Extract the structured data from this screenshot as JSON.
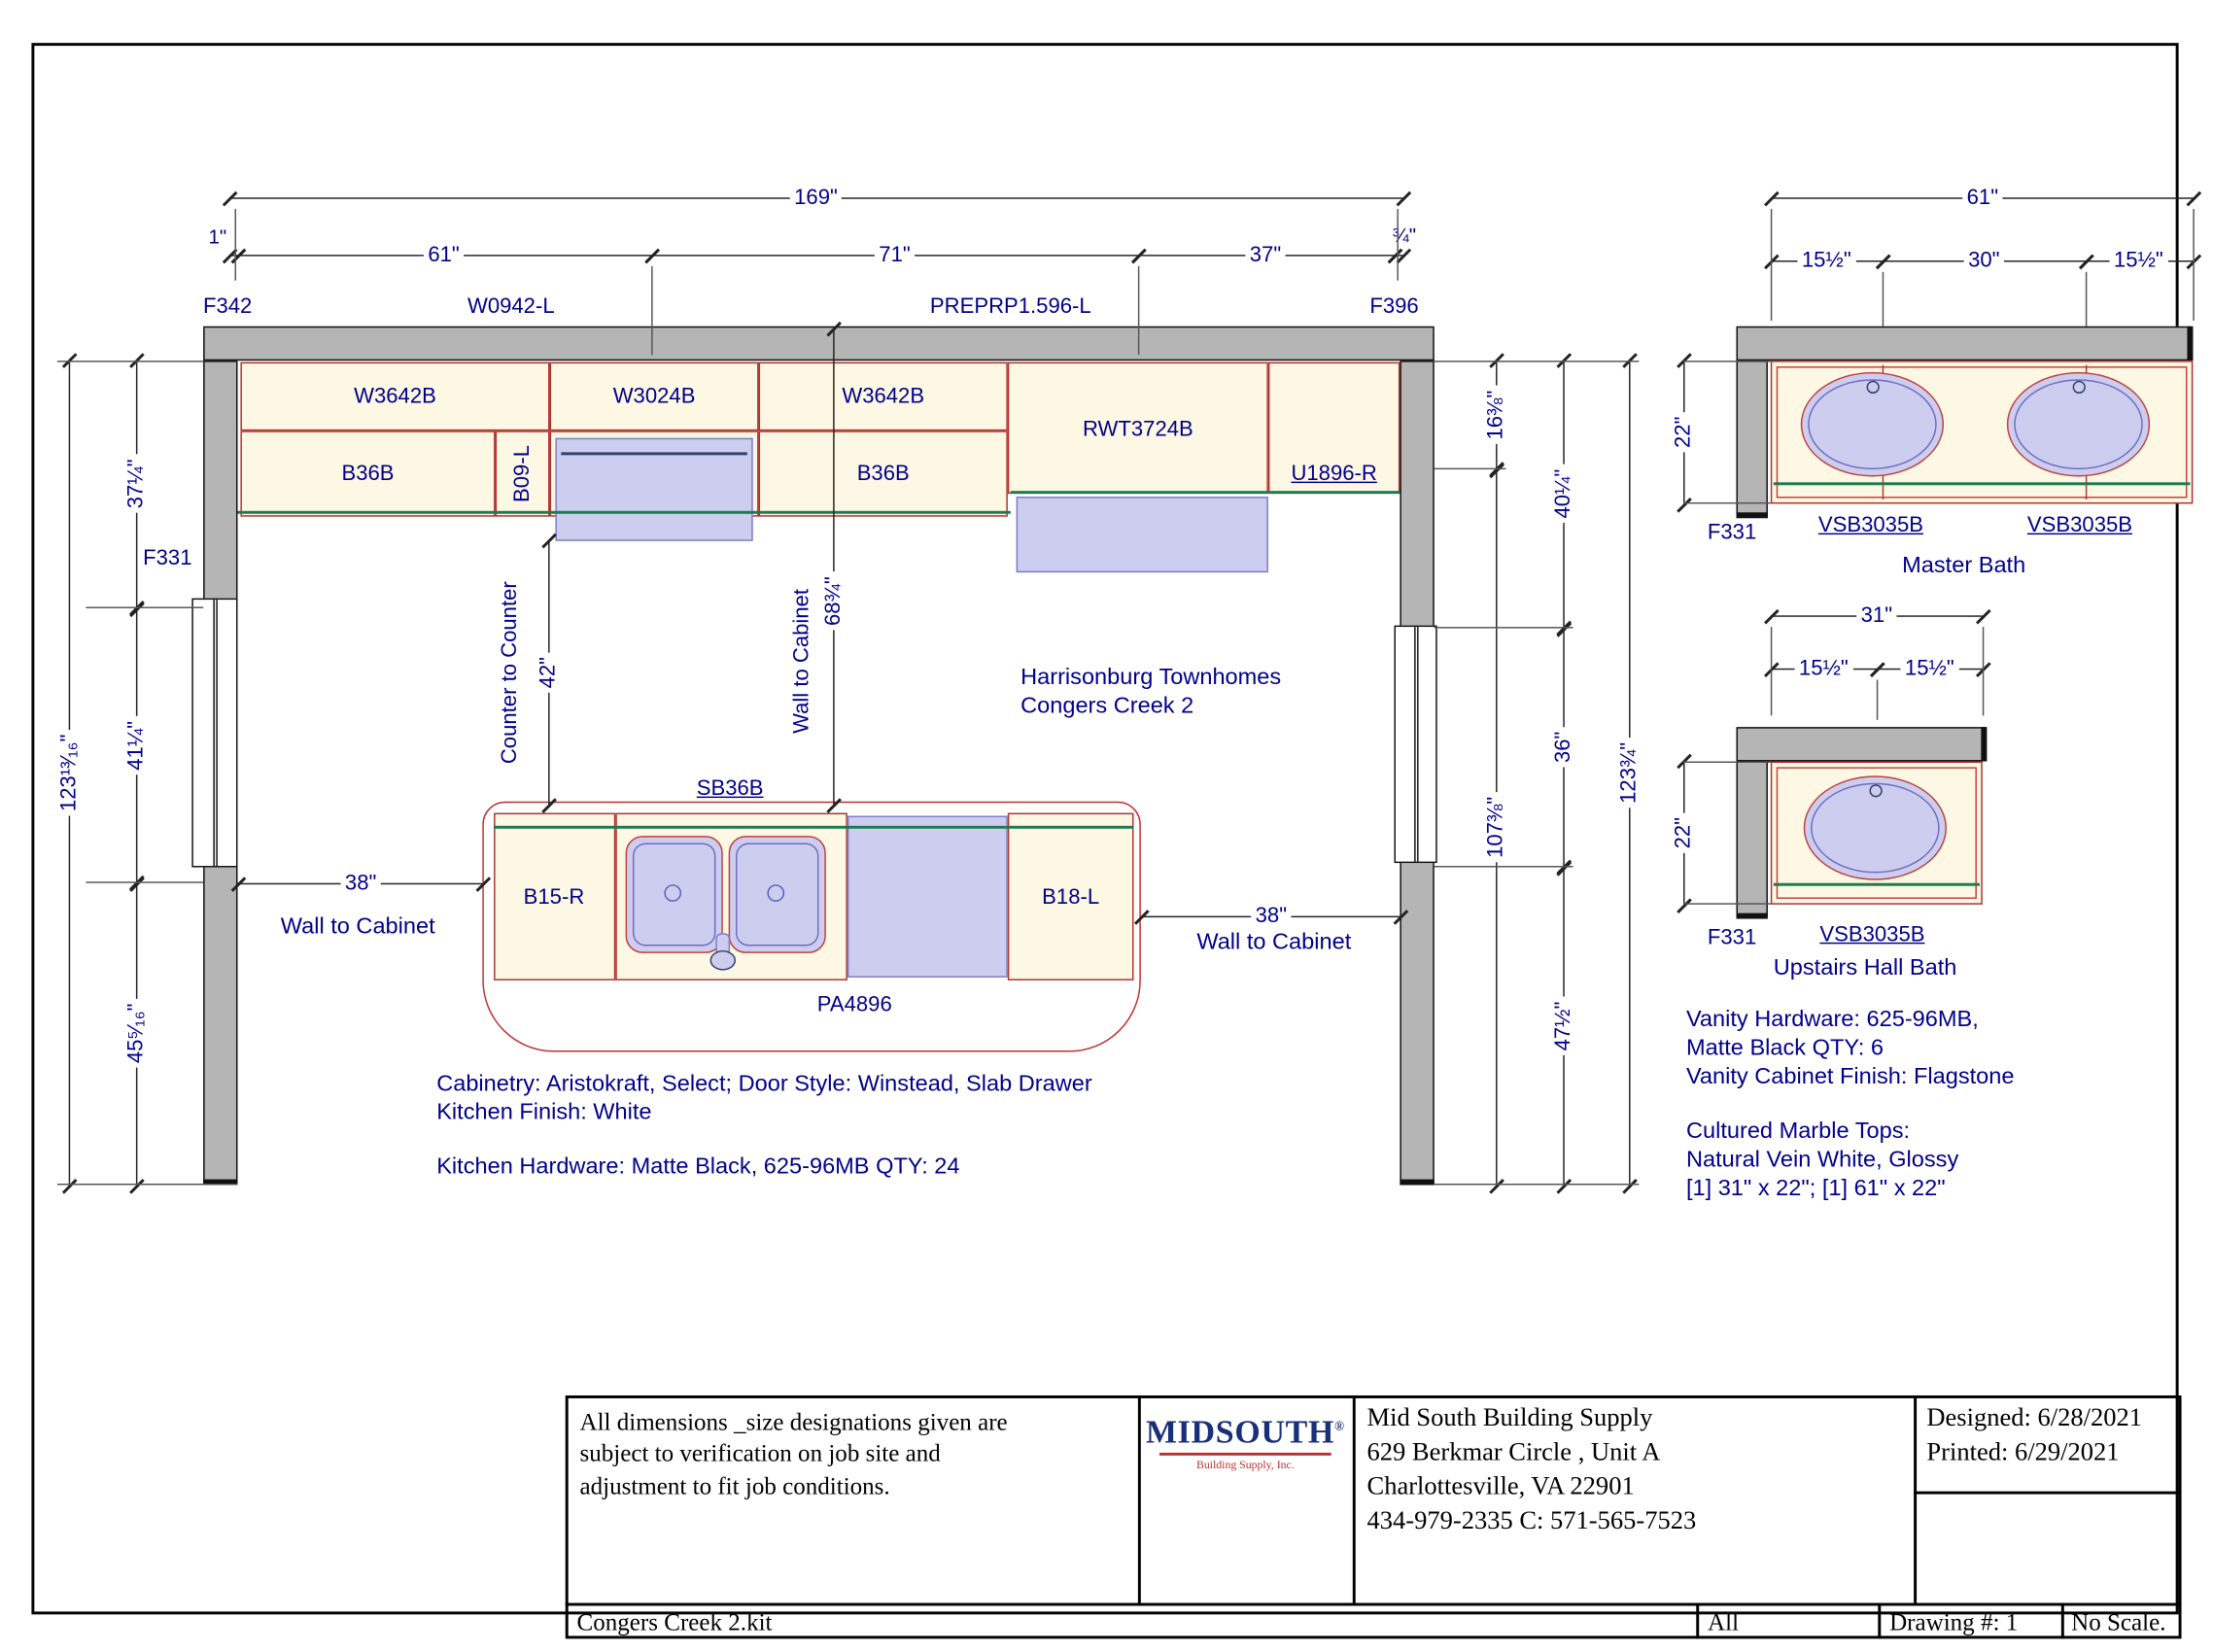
{
  "colors": {
    "text_navy": "#00008B",
    "wall_gray": "#b5b5b5",
    "cabinet_cream": "#fdf8e3",
    "appliance_lavender": "#cdcdf0",
    "counter_green": "#1d7a4f",
    "line_red": "#c03030"
  },
  "project": {
    "name_line1": "Harrisonburg Townhomes",
    "name_line2": "Congers Creek 2"
  },
  "kitchen": {
    "dims": {
      "total_width": "169\"",
      "seg_left_offset": "1\"",
      "seg_a": "61\"",
      "seg_b": "71\"",
      "seg_c": "37\"",
      "seg_right_offset": "¾\"",
      "left_a": "37¼\"",
      "left_b": "41¼\"",
      "left_c": "45⁵⁄₁₆\"",
      "left_total": "123¹³⁄₁₆\"",
      "right_a": "16⅜\"",
      "right_b": "107⅜\"",
      "right_c": "40¼\"",
      "right_d": "36\"",
      "right_e": "47½\"",
      "right_total": "123¾\"",
      "counter_to_counter_value": "42\"",
      "counter_to_counter_label": "Counter to Counter",
      "wall_to_cabinet_value": "68¾\"",
      "wall_to_cabinet_label": "Wall to Cabinet",
      "left_aisle": "38\"",
      "left_aisle_label": "Wall to Cabinet",
      "right_aisle": "38\"",
      "right_aisle_label": "Wall to Cabinet"
    },
    "labels": {
      "f342": "F342",
      "w0942": "W0942-L",
      "prep": "PREPRP1.596-L",
      "f396": "F396",
      "f331": "F331",
      "w3642_left": "W3642B",
      "w3024": "W3024B",
      "w3642_right": "W3642B",
      "rwt3724": "RWT3724B",
      "b36_left": "B36B",
      "b09": "B09-L",
      "b36_right": "B36B",
      "u1896": "U1896-R",
      "sb36": "SB36B",
      "b15": "B15-R",
      "b18": "B18-L",
      "pa4896": "PA4896"
    }
  },
  "master_bath": {
    "title": "Master Bath",
    "dims": {
      "total": "61\"",
      "left": "15½\"",
      "center": "30\"",
      "right": "15½\"",
      "depth": "22\""
    },
    "labels": {
      "f331": "F331",
      "vanity_left": "VSB3035B",
      "vanity_right": "VSB3035B"
    }
  },
  "hall_bath": {
    "title": "Upstairs Hall Bath",
    "dims": {
      "total": "31\"",
      "left": "15½\"",
      "right": "15½\"",
      "depth": "22\""
    },
    "labels": {
      "f331": "F331",
      "vanity": "VSB3035B"
    }
  },
  "notes": {
    "kitchen_line1": "Cabinetry: Aristokraft, Select;  Door Style: Winstead, Slab Drawer",
    "kitchen_line2": "Kitchen Finish: White",
    "kitchen_line3": "Kitchen Hardware: Matte Black, 625-96MB QTY: 24",
    "vanity_line1": "Vanity Hardware: 625-96MB,",
    "vanity_line2": "Matte Black QTY: 6",
    "vanity_line3": "Vanity Cabinet Finish: Flagstone",
    "marble_line1": "Cultured Marble Tops:",
    "marble_line2": "Natural Vein White, Glossy",
    "marble_line3": "[1] 31\" x 22\"; [1] 61\" x 22\""
  },
  "title_block": {
    "disclaimer": "All dimensions _size designations given are subject to verification on job site and adjustment to fit job conditions.",
    "logo_text": "MIDSOUTH",
    "logo_reg": "®",
    "logo_tagline": "Building Supply, Inc.",
    "company": {
      "line1": "Mid South Building Supply",
      "line2": "629 Berkmar Circle , Unit A",
      "line3": "Charlottesville, VA 22901",
      "line4": "434-979-2335 C: 571-565-7523"
    },
    "designed": "Designed: 6/28/2021",
    "printed": "Printed: 6/29/2021",
    "file_name": "Congers Creek 2.kit",
    "sheet": "All",
    "drawing_number": "Drawing #: 1",
    "scale": "No Scale."
  }
}
